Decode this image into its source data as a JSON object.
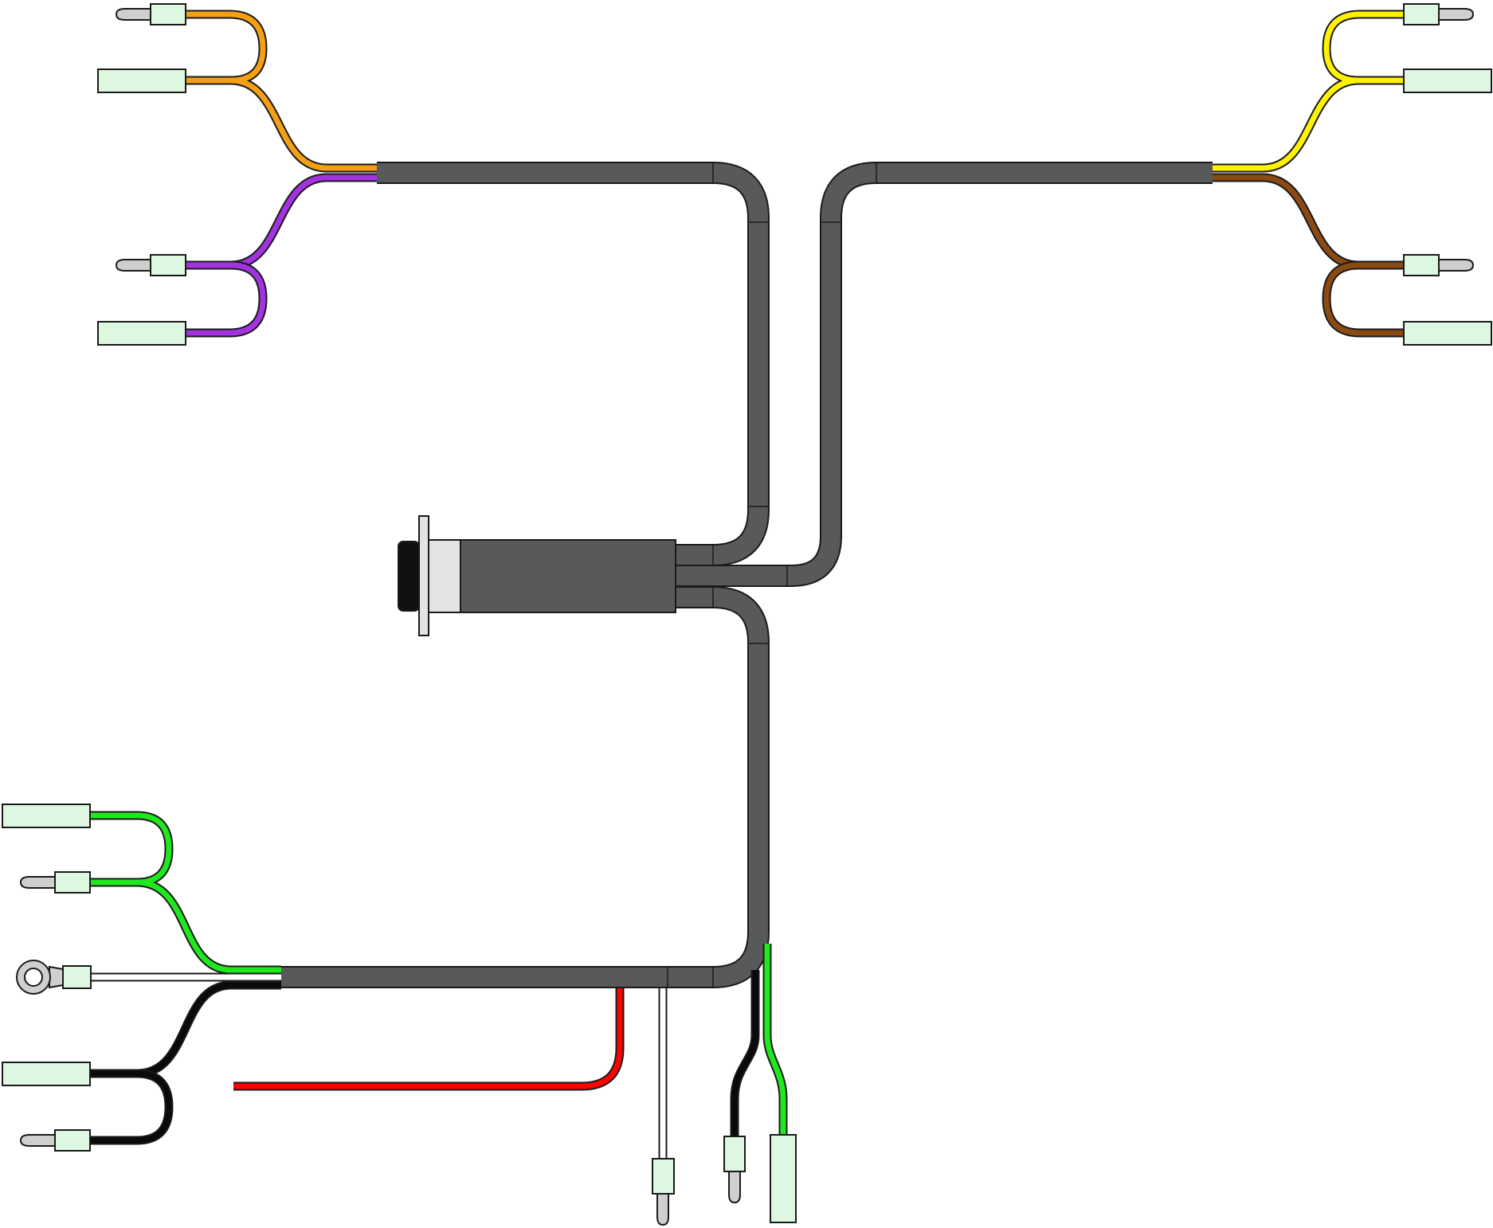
{
  "colors": {
    "background": "#ffffff",
    "sheath": "#58595b",
    "outline": "#1a1a1a",
    "terminal_sleeve": "#ddf7e0",
    "bullet_tip": "#cfcfcf",
    "grommet_light": "#e3e3e3",
    "grommet_dark": "#111111",
    "orange": "#f59f14",
    "purple": "#a332e0",
    "yellow": "#fff200",
    "brown": "#8a4a12",
    "green": "#1fe81f",
    "black": "#0a0a0a",
    "white": "#ffffff",
    "red": "#ff0000"
  },
  "wires": [
    {
      "name": "orange-wire",
      "color": "orange"
    },
    {
      "name": "purple-wire",
      "color": "purple"
    },
    {
      "name": "yellow-wire",
      "color": "yellow"
    },
    {
      "name": "brown-wire",
      "color": "brown"
    },
    {
      "name": "green-wire",
      "color": "green"
    },
    {
      "name": "white-wire",
      "color": "white"
    },
    {
      "name": "black-wire",
      "color": "black"
    },
    {
      "name": "red-wire",
      "color": "red"
    }
  ],
  "terminal_types": [
    "bullet-connector",
    "spade-connector",
    "ring-terminal",
    "grommet-connector"
  ]
}
